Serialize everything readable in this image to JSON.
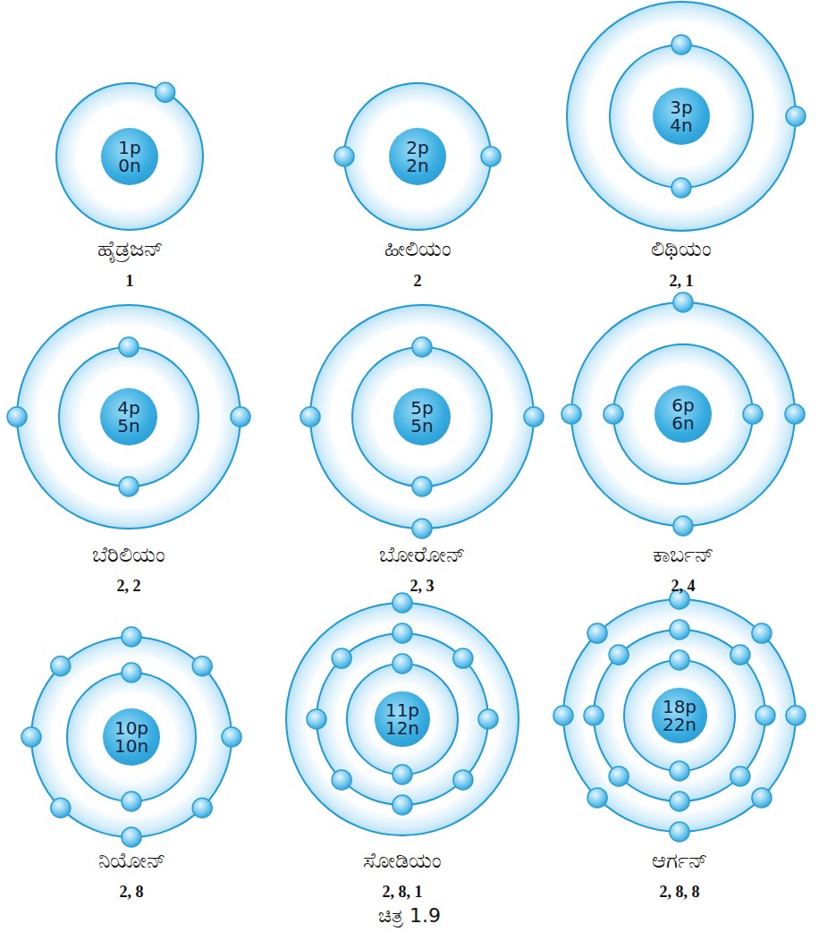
{
  "diagram": {
    "nodes": [
      {
        "text": [
          "ಹೈಡ್ರಜನ್",
          "1"
        ]
      },
      {
        "text": [
          "1p 0n"
        ],
        "in": 0
      },
      {
        "text": [
          "ಹೀಲಿಯಂ",
          "2"
        ]
      },
      {
        "text": [
          "2p 2n"
        ],
        "in": 2
      },
      {
        "text": [
          "ಲಿಥಿಯಂ",
          "2, 1"
        ]
      },
      {
        "text": [
          "3p 4n"
        ],
        "in": 4
      },
      {
        "text": [
          "ಬೆರಿಲಿಯಂ",
          "2, 2"
        ]
      },
      {
        "text": [
          "4p 5n"
        ],
        "in": 6
      },
      {
        "text": [
          "ಬೋರೋನ್",
          "2, 3"
        ]
      },
      {
        "text": [
          "5p 5n"
        ],
        "in": 8
      },
      {
        "text": [
          "ಕಾರ್ಬನ್",
          "2, 4"
        ]
      },
      {
        "text": [
          "6p 6n"
        ],
        "in": 10
      },
      {
        "text": [
          "ನಿಯೋನ್",
          "2, 8"
        ]
      },
      {
        "text": [
          "10p 10n"
        ],
        "in": 12
      },
      {
        "text": [
          "ಸೋಡಿಯಂ",
          "2, 8, 1"
        ]
      },
      {
        "text": [
          "11p 12n"
        ],
        "in": 14
      },
      {
        "text": [
          "ಆರ್ಗನ್",
          "2, 8, 8"
        ]
      },
      {
        "text": [
          "18p 22n"
        ],
        "in": 16
      }
    ],
    "caption": "ಚಿತ್ರ 1.9"
  }
}
